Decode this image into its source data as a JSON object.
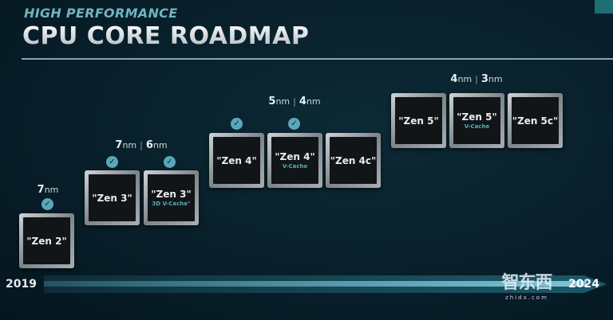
{
  "header": {
    "subtitle": "HIGH PERFORMANCE",
    "title": "CPU CORE ROADMAP"
  },
  "nodes": [
    {
      "process": [
        {
          "num": "7",
          "unit": "nm"
        }
      ]
    },
    {
      "process": [
        {
          "num": "7",
          "unit": "nm"
        },
        {
          "num": "6",
          "unit": "nm"
        }
      ]
    },
    {
      "process": [
        {
          "num": "5",
          "unit": "nm"
        },
        {
          "num": "4",
          "unit": "nm"
        }
      ]
    },
    {
      "process": [
        {
          "num": "4",
          "unit": "nm"
        },
        {
          "num": "3",
          "unit": "nm"
        }
      ]
    }
  ],
  "separator": "|",
  "chips": [
    {
      "name": "\"Zen 2\"",
      "variant": "",
      "completed": true
    },
    {
      "name": "\"Zen 3\"",
      "variant": "",
      "completed": true
    },
    {
      "name": "\"Zen 3\"",
      "variant": "3D V-Cache\"",
      "completed": true
    },
    {
      "name": "\"Zen 4\"",
      "variant": "",
      "completed": true
    },
    {
      "name": "\"Zen 4\"",
      "variant": "V-Cache",
      "completed": true
    },
    {
      "name": "\"Zen 4c\"",
      "variant": "",
      "completed": false
    },
    {
      "name": "\"Zen 5\"",
      "variant": "",
      "completed": false
    },
    {
      "name": "\"Zen 5\"",
      "variant": "V-Cache",
      "completed": false
    },
    {
      "name": "\"Zen 5c\"",
      "variant": "",
      "completed": false
    }
  ],
  "check_icon": "✓",
  "timeline": {
    "start": "2019",
    "end": "2024"
  },
  "watermark": {
    "text": "智东西",
    "url": "zhidx.com"
  },
  "colors": {
    "background": "#08202b",
    "accent": "#5aa7bb",
    "subtitle": "#6fb4c0"
  }
}
